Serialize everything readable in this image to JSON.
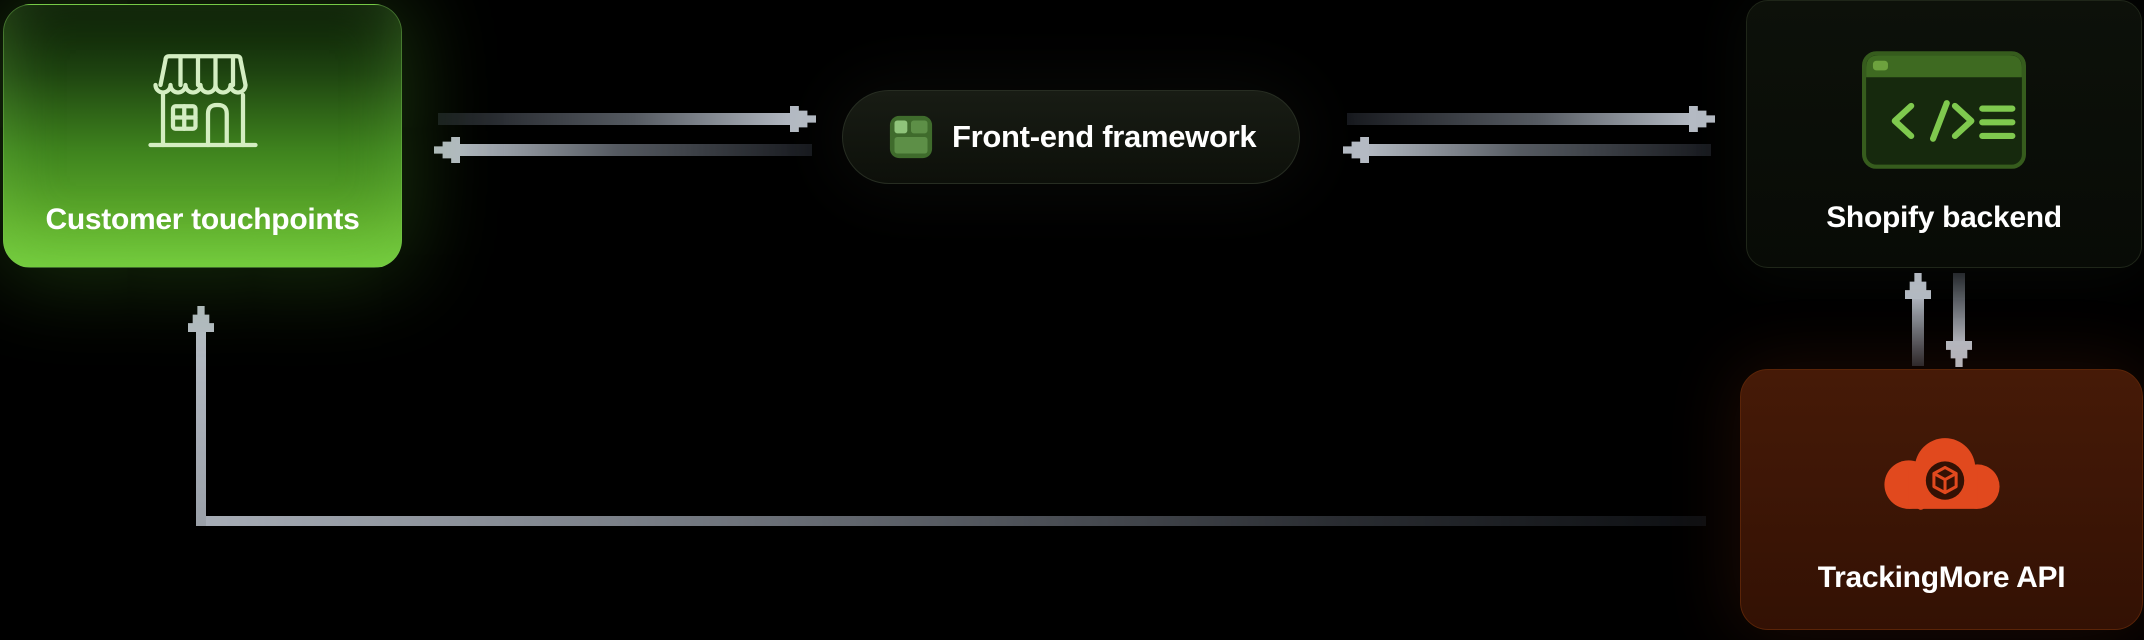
{
  "nodes": {
    "customer_touchpoints": {
      "label": "Customer touchpoints",
      "icon": "storefront-icon"
    },
    "frontend_framework": {
      "label": "Front-end framework",
      "icon": "layout-grid-icon"
    },
    "shopify_backend": {
      "label": "Shopify backend",
      "icon": "code-window-icon"
    },
    "trackingmore_api": {
      "label": "TrackingMore API",
      "icon": "trackingmore-cloud-logo"
    }
  },
  "edges": [
    {
      "from": "customer_touchpoints",
      "to": "frontend_framework",
      "direction": "bidirectional"
    },
    {
      "from": "frontend_framework",
      "to": "shopify_backend",
      "direction": "bidirectional"
    },
    {
      "from": "shopify_backend",
      "to": "trackingmore_api",
      "direction": "bidirectional"
    },
    {
      "from": "trackingmore_api",
      "to": "customer_touchpoints",
      "direction": "one-way"
    }
  ],
  "colors": {
    "background": "#000000",
    "customer_box_green": "#6cc436",
    "frontend_pill_bg": "#0d100a",
    "shopify_box_bg": "#080b06",
    "trackingmore_box_bg": "#441806",
    "trackingmore_orange": "#e1491e",
    "icon_green": "#7fc94e",
    "arrow_gray": "#b4bac3",
    "label_text": "#ffffff"
  }
}
